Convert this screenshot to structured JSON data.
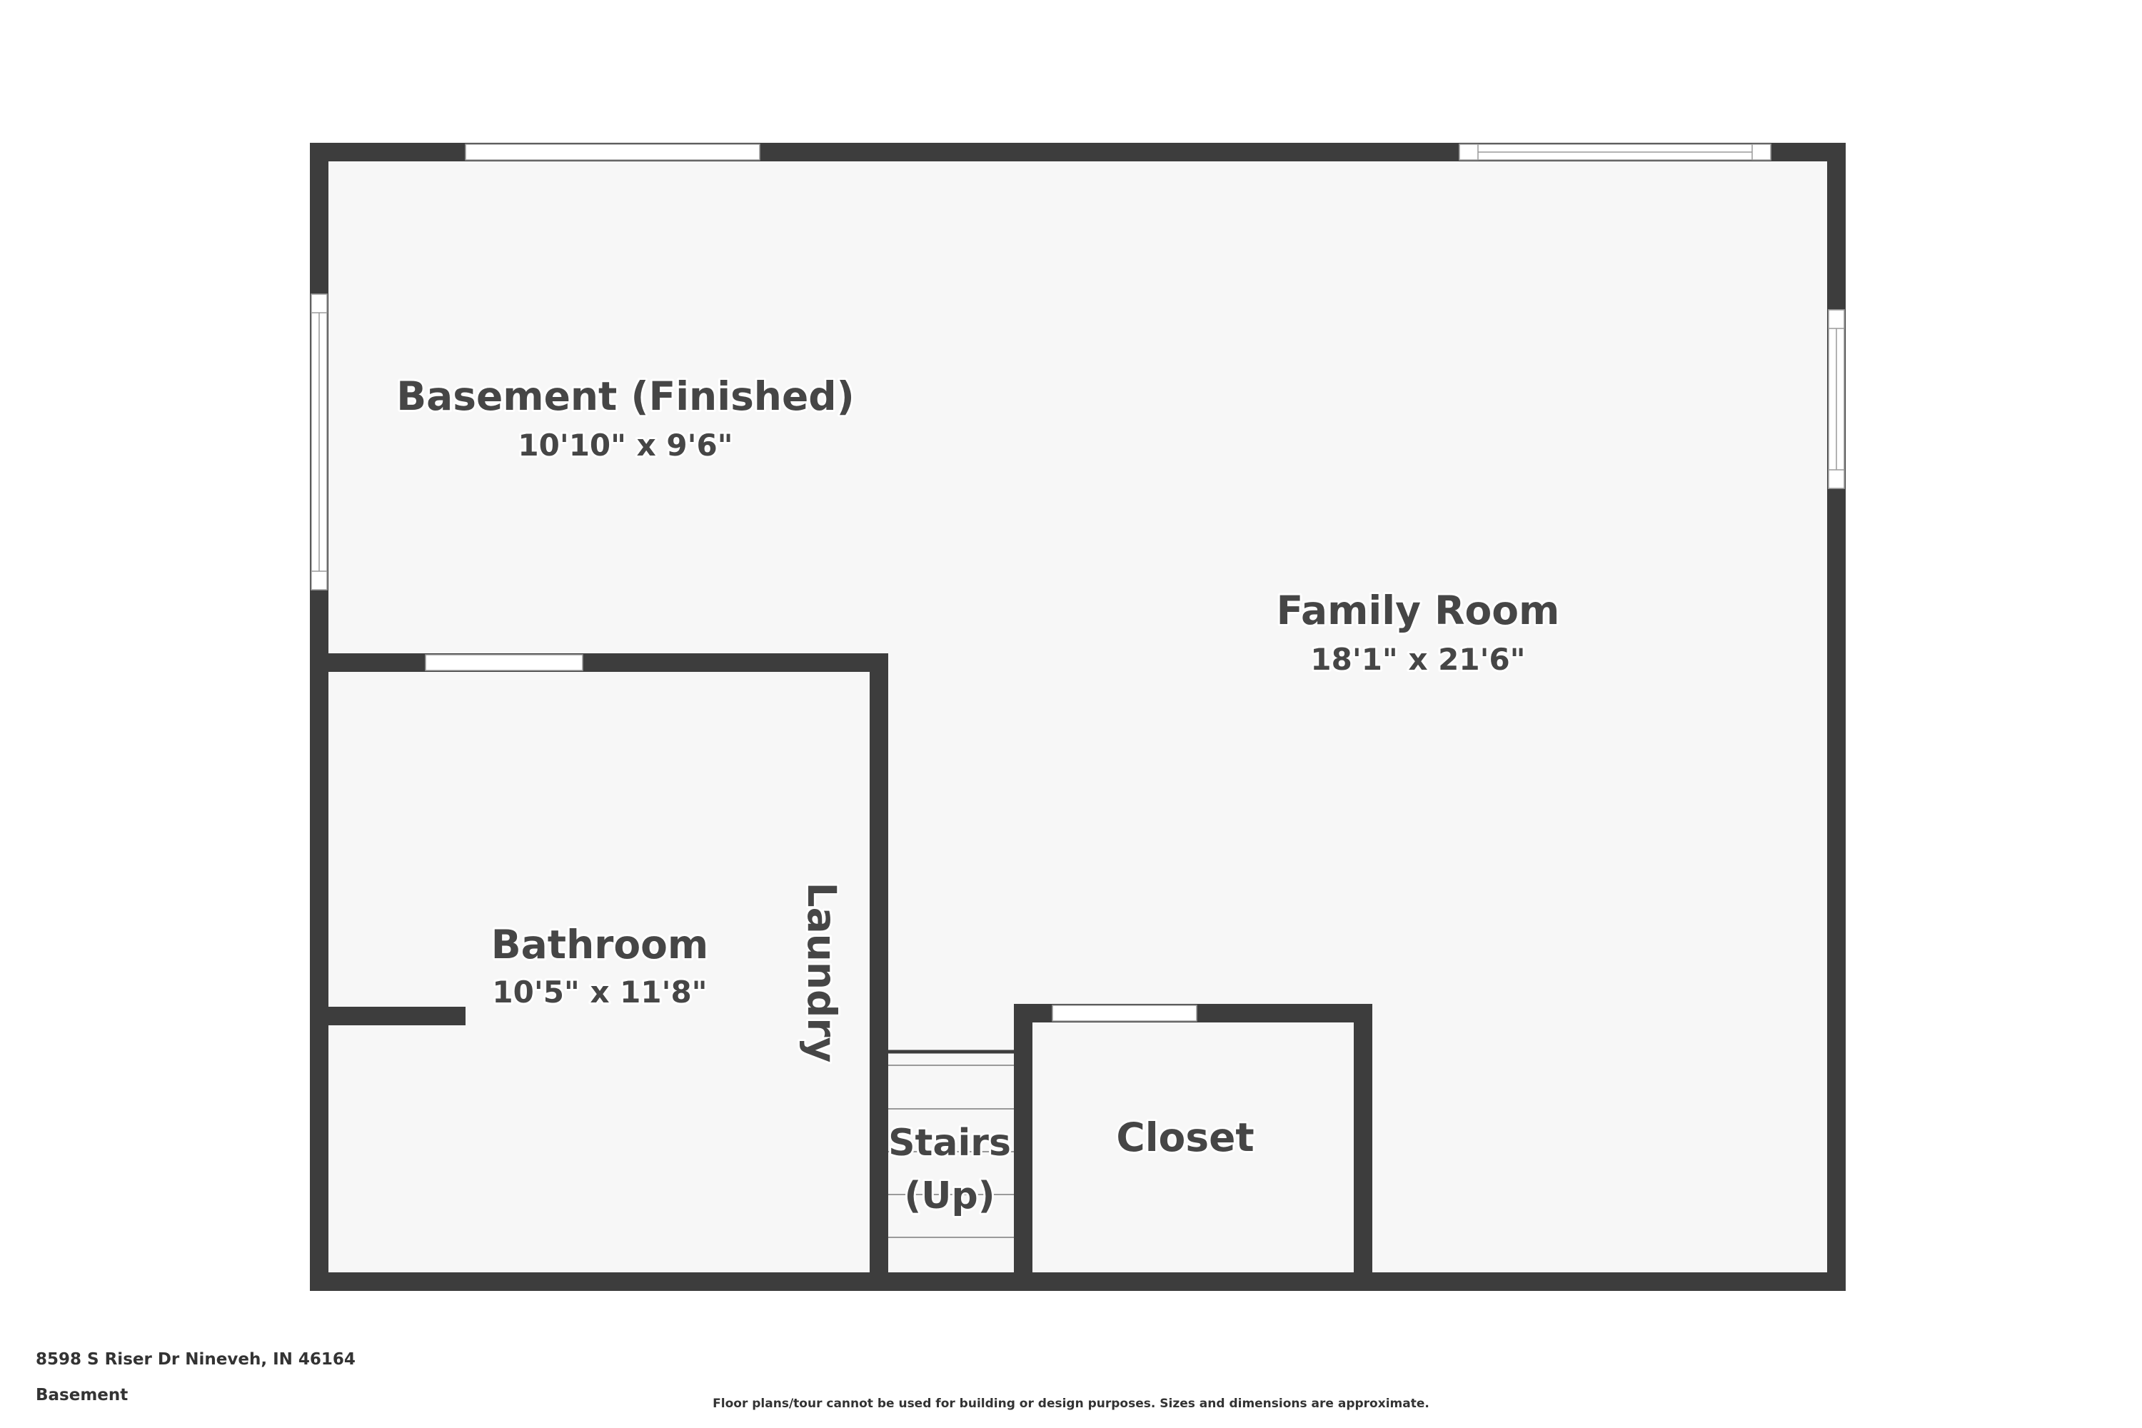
{
  "colors": {
    "wall": "#3d3d3d",
    "floor": "#f7f7f7",
    "window": "#ffffff",
    "text": "#464646"
  },
  "rooms": {
    "basement": {
      "name": "Basement (Finished)",
      "dims": "10'10\" x 9'6\""
    },
    "family": {
      "name": "Family Room",
      "dims": "18'1\" x 21'6\""
    },
    "bathroom": {
      "name": "Bathroom",
      "dims": "10'5\" x 11'8\""
    },
    "laundry": {
      "name": "Laundry"
    },
    "stairs": {
      "line1": "Stairs",
      "line2": "(Up)"
    },
    "closet": {
      "name": "Closet"
    }
  },
  "footer": {
    "address": "8598 S Riser Dr Nineveh, IN 46164",
    "floor": "Basement",
    "disclaimer": "Floor plans/tour cannot be used for building or design purposes. Sizes and dimensions are approximate."
  }
}
